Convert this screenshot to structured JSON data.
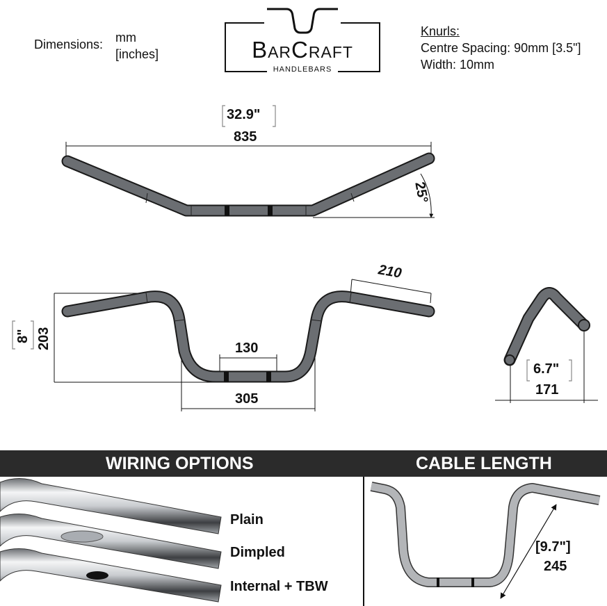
{
  "header": {
    "dimensions_label": "Dimensions:",
    "unit_primary": "mm",
    "unit_secondary": "[inches]"
  },
  "logo": {
    "brand": "BarCraft",
    "tagline": "HANDLEBARS"
  },
  "knurls": {
    "title": "Knurls:",
    "spacing": "Centre Spacing: 90mm [3.5\"]",
    "width": "Width: 10mm"
  },
  "top_view": {
    "width_in": "32.9\"",
    "width_mm": "835",
    "angle": "25°"
  },
  "front_view": {
    "rise_in": "8\"",
    "rise_mm": "203",
    "grip_mm": "210",
    "center_mm": "130",
    "base_mm": "305"
  },
  "side_view": {
    "pullback_in": "6.7\"",
    "pullback_mm": "171"
  },
  "wiring": {
    "title": "WIRING OPTIONS",
    "options": [
      "Plain",
      "Dimpled",
      "Internal + TBW"
    ]
  },
  "cable": {
    "title": "CABLE LENGTH",
    "length_in": "[9.7\"]",
    "length_mm": "245"
  },
  "colors": {
    "bar_fill": "#6b6e72",
    "bar_stroke": "#1a1a1a",
    "section_band": "#2b2b2b",
    "chrome": "#c9ccd0"
  }
}
